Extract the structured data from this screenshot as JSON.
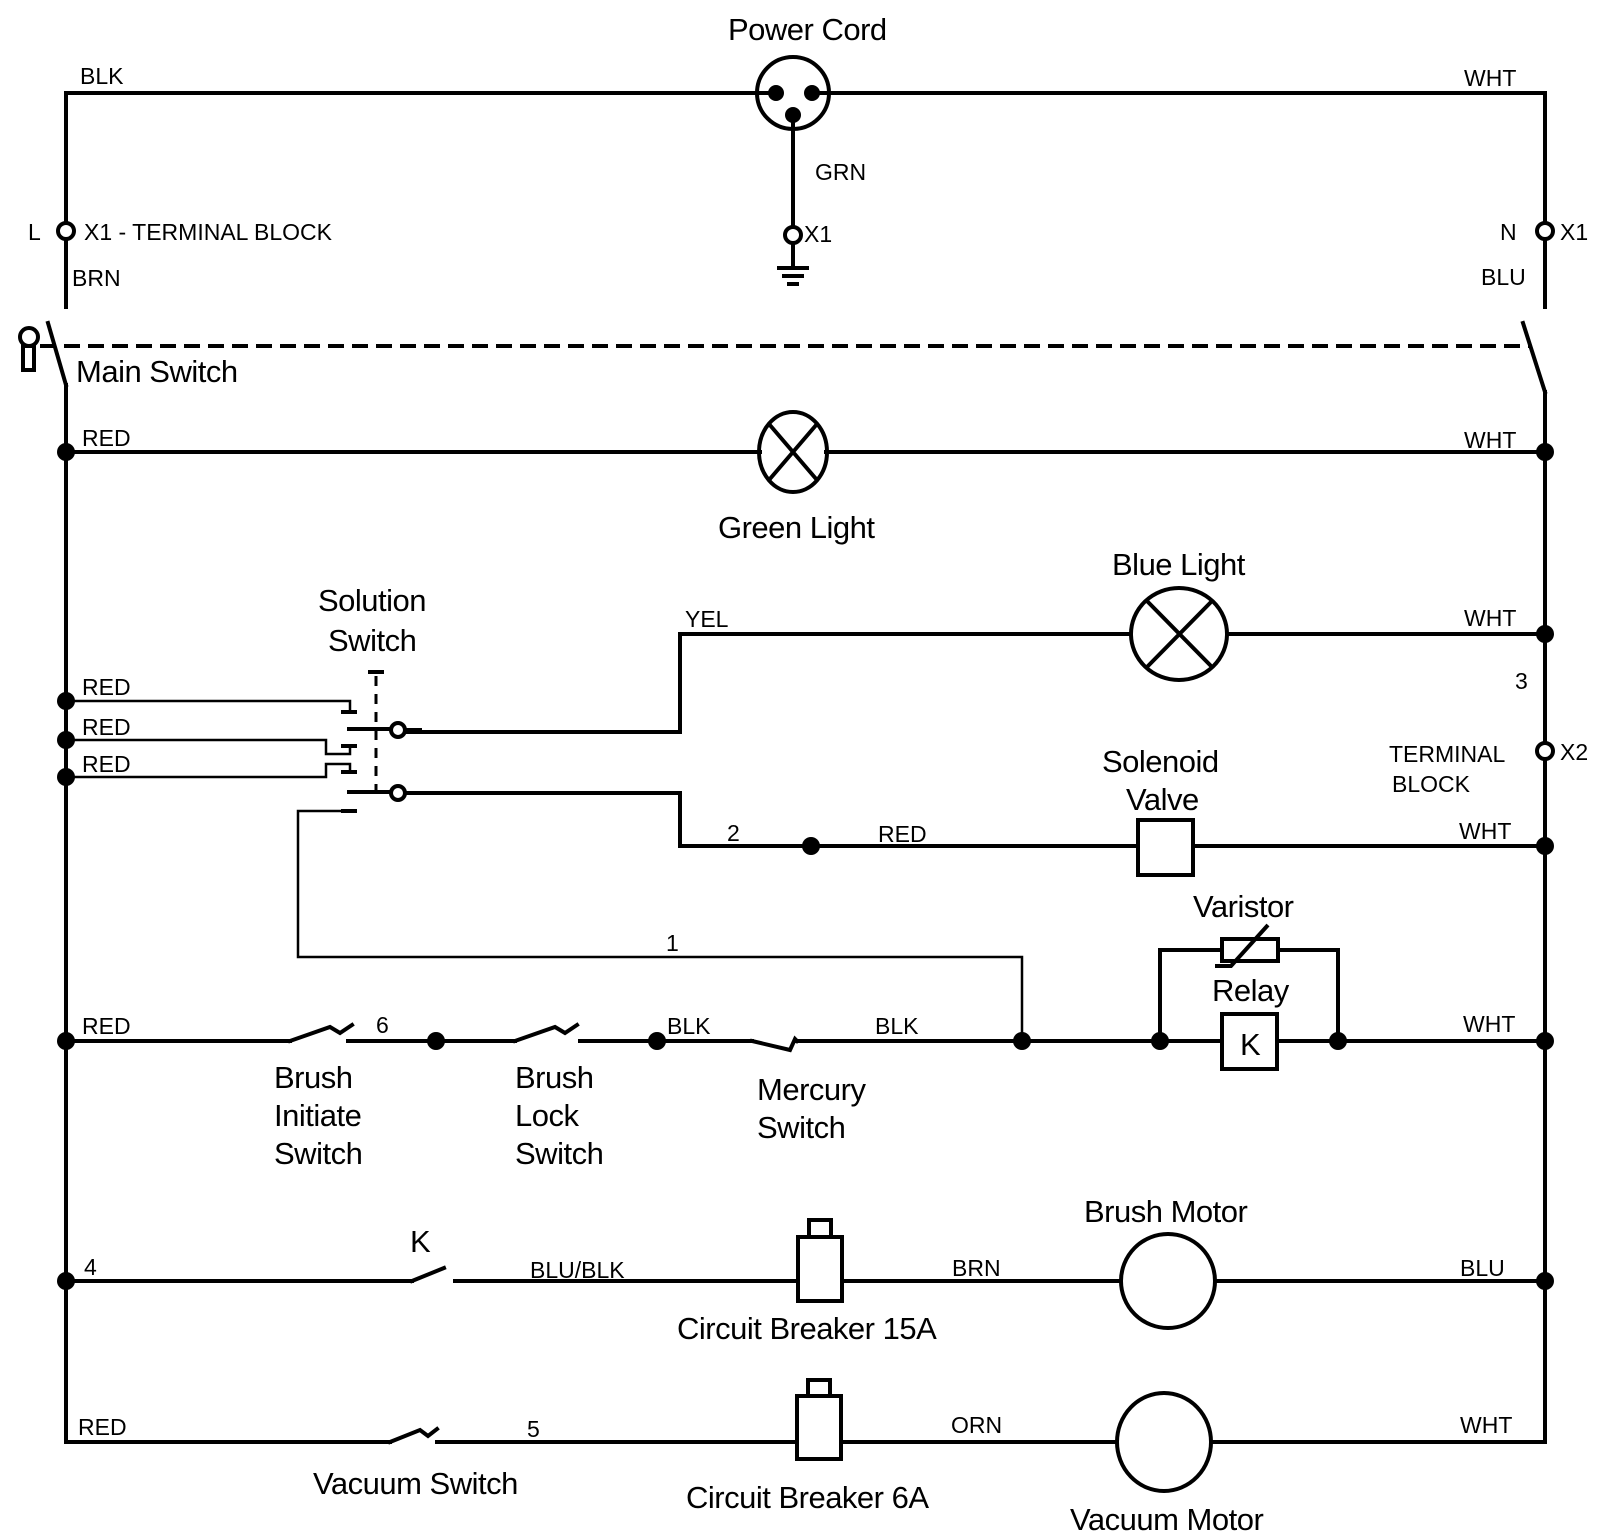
{
  "diagram": {
    "type": "electrical wiring schematic",
    "power_cord": {
      "label": "Power Cord",
      "wire_left": "BLK",
      "wire_right": "WHT",
      "wire_ground": "GRN",
      "ground_terminal": "X1"
    },
    "terminal_block_x1": {
      "left_pin": "L",
      "left_label": "X1 - TERMINAL BLOCK",
      "left_wire_below": "BRN",
      "right_pin": "N",
      "right_label": "X1",
      "right_wire_below": "BLU"
    },
    "main_switch": {
      "label": "Main Switch"
    },
    "green_light_rung": {
      "label": "Green Light",
      "wire_left": "RED",
      "wire_right": "WHT"
    },
    "blue_light_rung": {
      "label": "Blue Light",
      "wire_left": "YEL",
      "wire_right": "WHT"
    },
    "solution_switch": {
      "label_line1": "Solution",
      "label_line2": "Switch",
      "inputs": [
        "RED",
        "RED",
        "RED"
      ]
    },
    "terminal_block_x2": {
      "wire_number": "3",
      "label_line1": "TERMINAL",
      "label_line2": "BLOCK",
      "pin": "X2"
    },
    "solenoid_rung": {
      "label_line1": "Solenoid",
      "label_line2": "Valve",
      "wire_number": "2",
      "wire_left": "RED",
      "wire_right": "WHT"
    },
    "relay_rung": {
      "wire_number_top": "1",
      "wire_left": "RED",
      "wire_number_mid": "6",
      "wire_mid1": "BLK",
      "wire_mid2": "BLK",
      "wire_right": "WHT",
      "brush_initiate": [
        "Brush",
        "Initiate",
        "Switch"
      ],
      "brush_lock": [
        "Brush",
        "Lock",
        "Switch"
      ],
      "mercury": [
        "Mercury",
        "Switch"
      ],
      "varistor": "Varistor",
      "relay": "Relay",
      "relay_coil": "K"
    },
    "brush_motor_rung": {
      "wire_number": "4",
      "contact_label": "K",
      "wire_mid": "BLU/BLK",
      "breaker": "Circuit Breaker 15A",
      "wire_after_breaker": "BRN",
      "motor": "Brush Motor",
      "wire_right": "BLU"
    },
    "vacuum_motor_rung": {
      "wire_left": "RED",
      "switch": "Vacuum Switch",
      "wire_number": "5",
      "breaker": "Circuit Breaker 6A",
      "wire_after_breaker": "ORN",
      "motor": "Vacuum Motor",
      "wire_right": "WHT"
    }
  }
}
